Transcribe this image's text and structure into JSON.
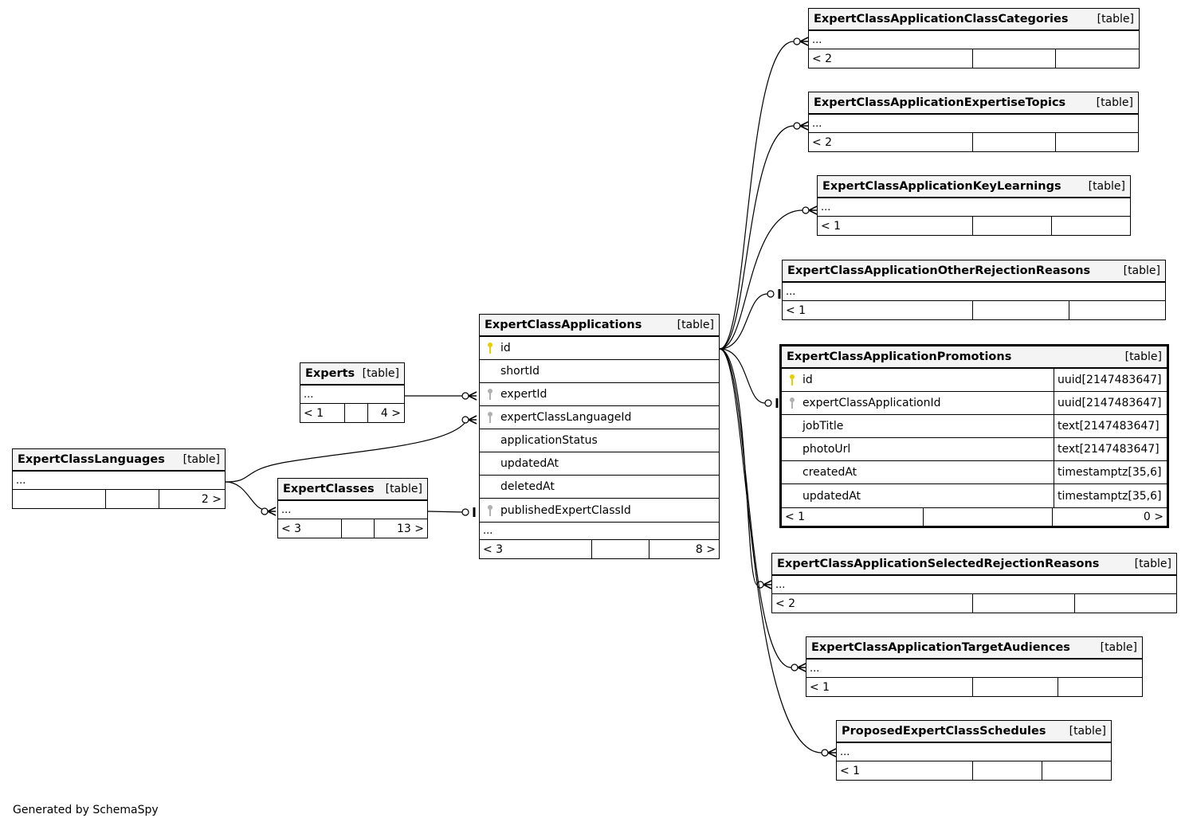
{
  "footer": "Generated by SchemaSpy",
  "table_kind_label": "[table]",
  "ellipsis": "...",
  "key_colors": {
    "primary": "#e6d000",
    "foreign": "#b0b0b0"
  },
  "tables": {
    "languages": {
      "name": "ExpertClassLanguages",
      "parents": "",
      "children": "2 >"
    },
    "experts": {
      "name": "Experts",
      "parents": "< 1",
      "children": "4 >"
    },
    "classes": {
      "name": "ExpertClasses",
      "parents": "< 3",
      "children": "13 >"
    },
    "applications": {
      "name": "ExpertClassApplications",
      "parents": "< 3",
      "children": "8 >",
      "columns": [
        {
          "name": "id",
          "key": "primary"
        },
        {
          "name": "shortId",
          "key": ""
        },
        {
          "name": "expertId",
          "key": "foreign"
        },
        {
          "name": "expertClassLanguageId",
          "key": "foreign"
        },
        {
          "name": "applicationStatus",
          "key": ""
        },
        {
          "name": "updatedAt",
          "key": ""
        },
        {
          "name": "deletedAt",
          "key": ""
        },
        {
          "name": "publishedExpertClassId",
          "key": "foreign"
        }
      ]
    },
    "categories": {
      "name": "ExpertClassApplicationClassCategories",
      "parents": "< 2",
      "children": ""
    },
    "topics": {
      "name": "ExpertClassApplicationExpertiseTopics",
      "parents": "< 2",
      "children": ""
    },
    "learnings": {
      "name": "ExpertClassApplicationKeyLearnings",
      "parents": "< 1",
      "children": ""
    },
    "other_reasons": {
      "name": "ExpertClassApplicationOtherRejectionReasons",
      "parents": "< 1",
      "children": ""
    },
    "promotions": {
      "name": "ExpertClassApplicationPromotions",
      "parents": "< 1",
      "children": "0 >",
      "columns": [
        {
          "name": "id",
          "type": "uuid[2147483647]",
          "key": "primary"
        },
        {
          "name": "expertClassApplicationId",
          "type": "uuid[2147483647]",
          "key": "foreign"
        },
        {
          "name": "jobTitle",
          "type": "text[2147483647]",
          "key": ""
        },
        {
          "name": "photoUrl",
          "type": "text[2147483647]",
          "key": ""
        },
        {
          "name": "createdAt",
          "type": "timestamptz[35,6]",
          "key": ""
        },
        {
          "name": "updatedAt",
          "type": "timestamptz[35,6]",
          "key": ""
        }
      ]
    },
    "selected_reasons": {
      "name": "ExpertClassApplicationSelectedRejectionReasons",
      "parents": "< 2",
      "children": ""
    },
    "audiences": {
      "name": "ExpertClassApplicationTargetAudiences",
      "parents": "< 1",
      "children": ""
    },
    "schedules": {
      "name": "ProposedExpertClassSchedules",
      "parents": "< 1",
      "children": ""
    }
  }
}
